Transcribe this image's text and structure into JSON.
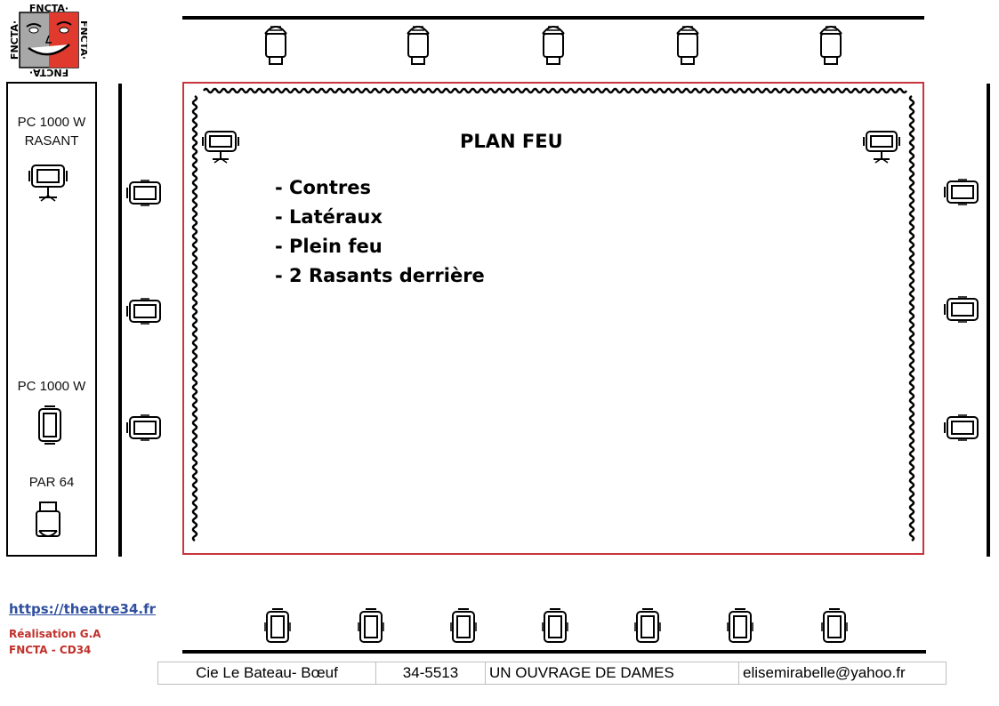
{
  "logo": {
    "text_top": "FNCTA·",
    "text_bottom": "FNCTA·",
    "text_left": "FNCTA·",
    "text_right": "FNCTA·"
  },
  "legend": {
    "pc_rasant": {
      "line1": "PC 1000 W",
      "line2": "RASANT",
      "icon": "pc-fixture-on-stand-icon"
    },
    "pc": {
      "label": "PC 1000 W",
      "icon": "pc-fixture-icon"
    },
    "par": {
      "label": "PAR 64",
      "icon": "par64-fixture-icon"
    }
  },
  "stage": {
    "title": "PLAN FEU",
    "cues": [
      "- Contres",
      "- Latéraux",
      "- Plein feu",
      "- 2 Rasants derrière"
    ]
  },
  "footer": {
    "link": "https://theatre34.fr",
    "credit_line1": "Réalisation G.A",
    "credit_line2": "FNCTA - CD34"
  },
  "info_table": {
    "company": "Cie Le Bateau- Bœuf",
    "code": "34-5513",
    "play": "UN OUVRAGE DE DAMES",
    "email": "elisemirabelle@yahoo.fr"
  },
  "colors": {
    "stage_border": "#c8353b",
    "link": "#2f4f9f",
    "credit": "#c0302b",
    "logo_red": "#e03a2f",
    "logo_grey": "#9a9a9a"
  }
}
